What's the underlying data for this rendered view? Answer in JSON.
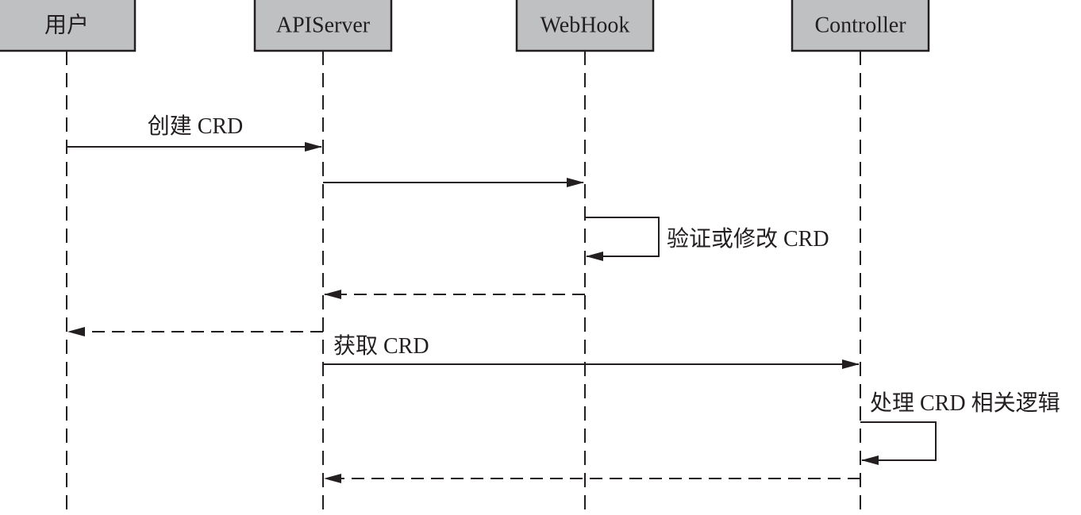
{
  "diagram": {
    "type": "sequence",
    "colors": {
      "ink": "#231f20",
      "actor_fill": "#bfc0c2",
      "background": "#ffffff"
    },
    "participants": [
      {
        "id": "user",
        "label": "用户"
      },
      {
        "id": "apiserver",
        "label": "APIServer"
      },
      {
        "id": "webhook",
        "label": "WebHook"
      },
      {
        "id": "controller",
        "label": "Controller"
      }
    ],
    "messages": [
      {
        "from": "user",
        "to": "apiserver",
        "style": "solid",
        "label": "创建 CRD"
      },
      {
        "from": "apiserver",
        "to": "webhook",
        "style": "solid",
        "label": ""
      },
      {
        "from": "webhook",
        "to": "webhook",
        "style": "solid",
        "label": "验证或修改 CRD"
      },
      {
        "from": "webhook",
        "to": "apiserver",
        "style": "dashed",
        "label": ""
      },
      {
        "from": "apiserver",
        "to": "user",
        "style": "dashed",
        "label": ""
      },
      {
        "from": "apiserver",
        "to": "controller",
        "style": "solid",
        "label": "获取 CRD"
      },
      {
        "from": "controller",
        "to": "controller",
        "style": "solid",
        "label": "处理 CRD 相关逻辑"
      },
      {
        "from": "controller",
        "to": "apiserver",
        "style": "dashed",
        "label": ""
      }
    ]
  }
}
